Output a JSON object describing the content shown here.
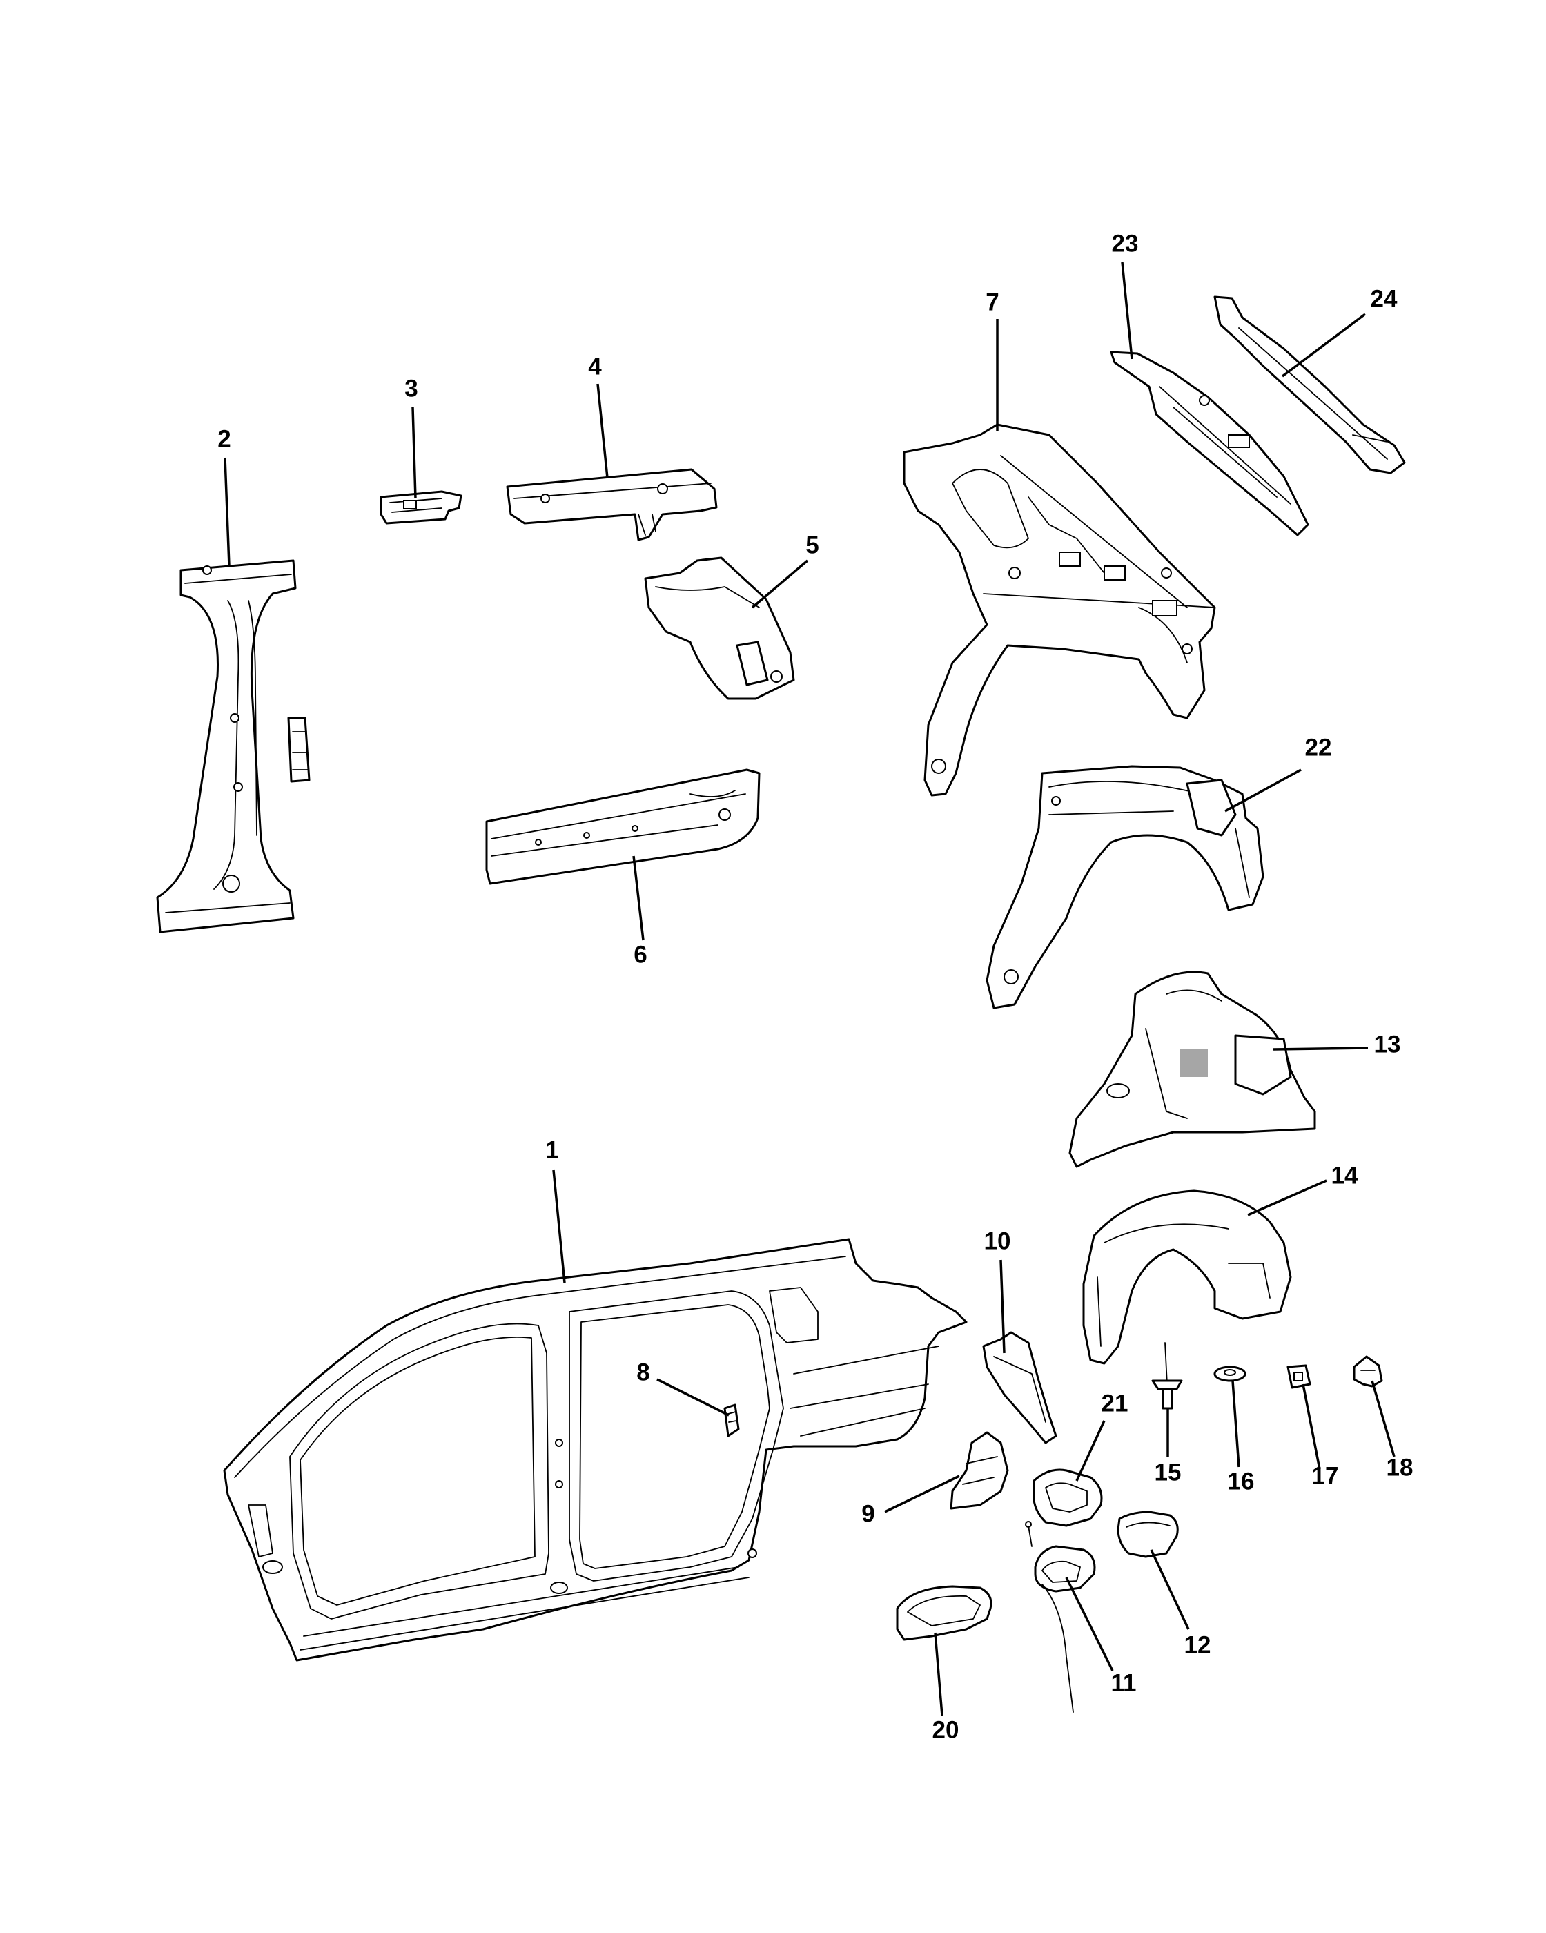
{
  "callouts": [
    {
      "id": "1",
      "label": "1"
    },
    {
      "id": "2",
      "label": "2"
    },
    {
      "id": "3",
      "label": "3"
    },
    {
      "id": "4",
      "label": "4"
    },
    {
      "id": "5",
      "label": "5"
    },
    {
      "id": "6",
      "label": "6"
    },
    {
      "id": "7",
      "label": "7"
    },
    {
      "id": "8",
      "label": "8"
    },
    {
      "id": "9",
      "label": "9"
    },
    {
      "id": "10",
      "label": "10"
    },
    {
      "id": "11",
      "label": "11"
    },
    {
      "id": "12",
      "label": "12"
    },
    {
      "id": "13",
      "label": "13"
    },
    {
      "id": "14",
      "label": "14"
    },
    {
      "id": "15",
      "label": "15"
    },
    {
      "id": "16",
      "label": "16"
    },
    {
      "id": "17",
      "label": "17"
    },
    {
      "id": "18",
      "label": "18"
    },
    {
      "id": "20",
      "label": "20"
    },
    {
      "id": "21",
      "label": "21"
    },
    {
      "id": "22",
      "label": "22"
    },
    {
      "id": "23",
      "label": "23"
    },
    {
      "id": "24",
      "label": "24"
    }
  ],
  "colors": {
    "ink": "#000000",
    "paper": "#ffffff"
  }
}
